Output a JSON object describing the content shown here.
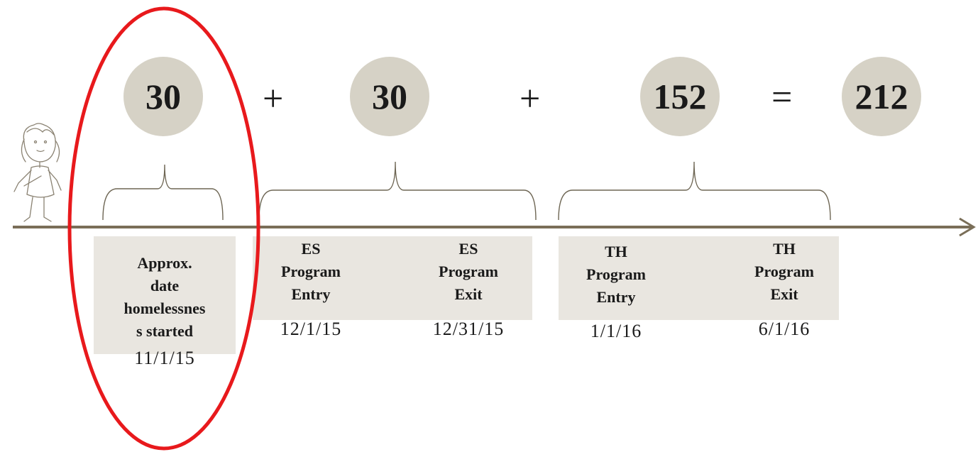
{
  "circles": [
    "30",
    "30",
    "152",
    "212"
  ],
  "operators": [
    "+",
    "+",
    "="
  ],
  "events": [
    {
      "label": "Approx. date homelessness started",
      "label_lines": [
        "Approx.",
        "date",
        "homelessnes",
        "s started"
      ],
      "date": "11/1/15"
    },
    {
      "label": "ES Program Entry",
      "label_lines": [
        "ES",
        "Program",
        "Entry"
      ],
      "date": "12/1/15"
    },
    {
      "label": "ES Program Exit",
      "label_lines": [
        "ES",
        "Program",
        "Exit"
      ],
      "date": "12/31/15"
    },
    {
      "label": "TH Program Entry",
      "label_lines": [
        "TH",
        "Program",
        "Entry"
      ],
      "date": "1/1/16"
    },
    {
      "label": "TH Program Exit",
      "label_lines": [
        "TH",
        "Program",
        "Exit"
      ],
      "date": "6/1/16"
    }
  ],
  "colors": {
    "circle_fill": "#d6d2c6",
    "box_fill": "#e9e6e0",
    "timeline": "#7a6e58",
    "highlight": "#e8191c"
  },
  "icons": [
    "person-sketch-icon"
  ]
}
